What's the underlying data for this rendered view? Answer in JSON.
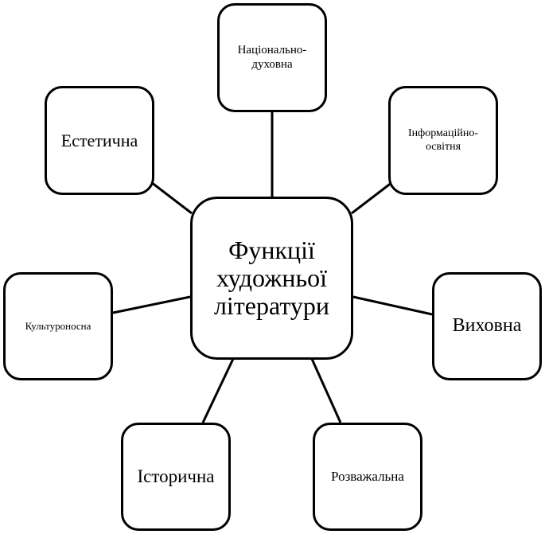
{
  "diagram": {
    "center": {
      "line1": "Функції",
      "line2": "художньої",
      "line3": "літератури"
    },
    "nodes": {
      "national_spiritual": {
        "line1": "Національно-",
        "line2": "духовна"
      },
      "aesthetic": {
        "label": "Естетична"
      },
      "informational_educational": {
        "line1": "Інформаційно-",
        "line2": "освітня"
      },
      "culture_bearing": {
        "label": "Культуроносна"
      },
      "educative": {
        "label": "Виховна"
      },
      "historical": {
        "label": "Історична"
      },
      "entertaining": {
        "label": "Розважальна"
      }
    },
    "colors": {
      "stroke": "#000000",
      "background": "#ffffff"
    }
  }
}
